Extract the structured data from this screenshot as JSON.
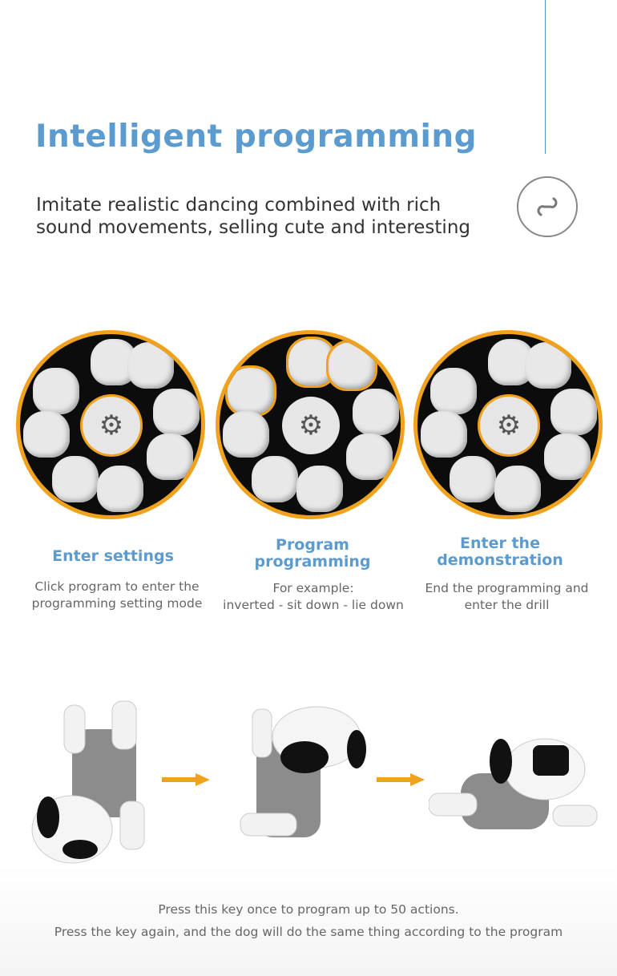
{
  "header": {
    "title": "Intelligent programming",
    "subtitle": "Imitate realistic dancing combined with rich sound movements, selling cute and interesting",
    "link_icon": "link-icon"
  },
  "steps": [
    {
      "title": "Enter settings",
      "desc": "Click program to enter the programming setting mode"
    },
    {
      "title": "Program programming",
      "desc_line1": "For example:",
      "desc_line2": "inverted - sit down - lie down"
    },
    {
      "title": "Enter the demonstration",
      "desc": "End the programming and enter the drill"
    }
  ],
  "footer": {
    "line1": "Press this key once to program up to 50 actions.",
    "line2": "Press the key again, and the dog will do the same thing according to the program"
  },
  "colors": {
    "accent_blue": "#5b9bd0",
    "accent_orange": "#f0a21e"
  }
}
